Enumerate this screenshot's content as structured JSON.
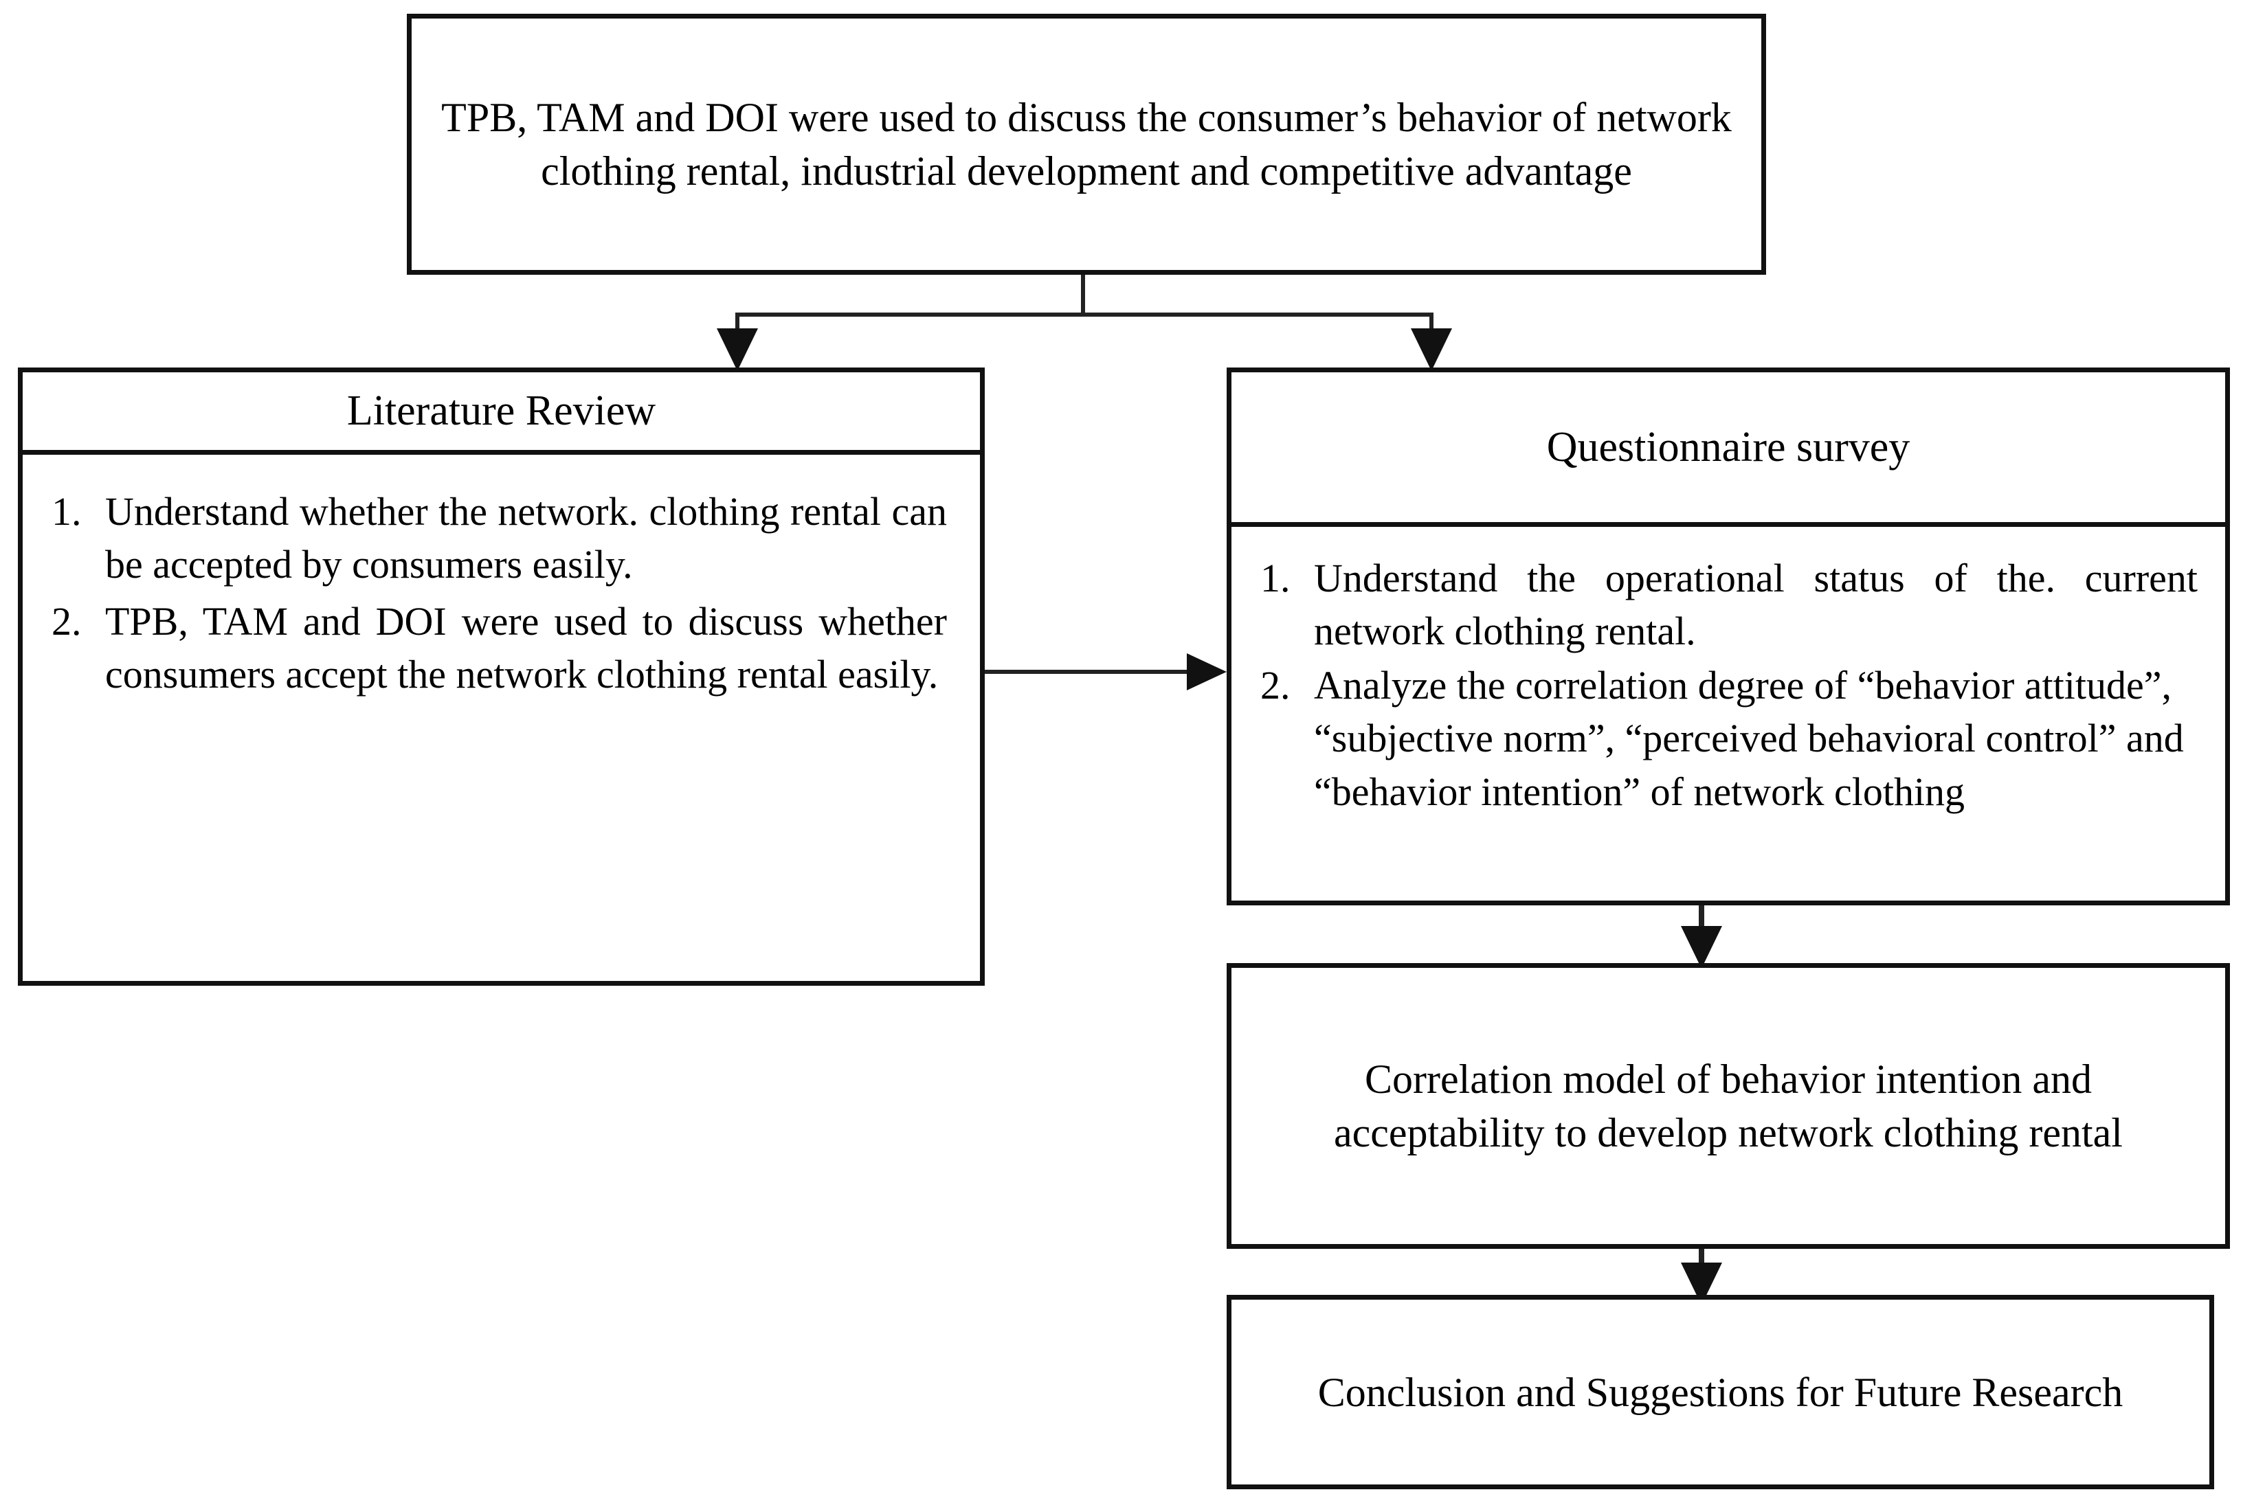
{
  "diagram": {
    "title": "Research framework flowchart",
    "line_color": "#111111",
    "background": "#ffffff"
  },
  "nodes": {
    "theory_box": {
      "text": "TPB, TAM and DOI were used to discuss the consumer’s behavior of network clothing rental, industrial development and competitive advantage"
    },
    "literature_review": {
      "header": "Literature Review",
      "items": [
        {
          "marker": "1.",
          "text": "Understand whether the network. clothing rental can be accepted by consumers easily."
        },
        {
          "marker": "2.",
          "text": "TPB, TAM and DOI were used to discuss whether consumers accept the network clothing rental easily."
        }
      ]
    },
    "questionnaire_survey": {
      "header": "Questionnaire survey",
      "items": [
        {
          "marker": "1.",
          "text": "Understand the operational status of the. current network clothing rental."
        },
        {
          "marker": "2.",
          "text": "Analyze the correlation degree of “behavior attitude”, “subjective norm”, “perceived behavioral control” and “behavior intention” of network clothing"
        }
      ]
    },
    "correlation_model": {
      "text": "Correlation model of behavior intention and acceptability to develop network clothing rental"
    },
    "conclusion": {
      "text": "Conclusion and Suggestions for Future Research"
    }
  },
  "connectors": [
    {
      "name": "theory-to-literature-review",
      "kind": "fork-arrow-down"
    },
    {
      "name": "theory-to-questionnaire",
      "kind": "fork-arrow-down"
    },
    {
      "name": "literature-review-to-questionnaire",
      "kind": "arrow-right"
    },
    {
      "name": "questionnaire-to-correlation-model",
      "kind": "arrow-down"
    },
    {
      "name": "correlation-model-to-conclusion",
      "kind": "arrow-down"
    }
  ]
}
